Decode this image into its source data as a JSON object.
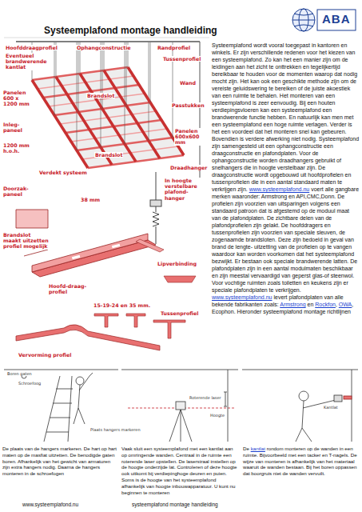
{
  "diagram": {
    "title": "Systeemplafond  montage handleiding",
    "labels": [
      "ABA",
      "Hoofddraagprofiel",
      "Eventueel brandwerende kantlat",
      "Ophangconstructie",
      "Randprofiel",
      "Tussenprofiel",
      "Panelen 600 x 1200 mm",
      "Brandslot",
      "Inleg-paneel",
      "1200 mm h.o.h.",
      "Brandslot",
      "Verdekt systeem",
      "Draadhanger",
      "Wand",
      "Passtukken",
      "Panelen 600x600 mm",
      "Doorzak-paneel",
      "38 mm",
      "In hoogte verstelbare plafond-hanger",
      "Brandslot maakt uitzetten profiel mogelijk",
      "Lipverbinding",
      "Hoofd-draag-profiel",
      "15-19-24 en 35 mm.",
      "Tussenprofiel",
      "Vervorming profiel",
      "Systeemplafond wordt vooral toegepast in kantoren en winkels. Er zijn verschillende redenen voor het kiezen van een systeemplafond. Zo kan het een manier zijn om de leidingen aan het zicht te onttrekken en tegelijkertijd  bereikbaar te houden voor de momenten waarop dat nodig mocht zijn. Het kan ook een geschikte methode zijn om de vereiste geluidswering te bereiken of de juiste akoestiek van een ruimte te behalen. Het monteren van een systeemplafond is zeer eenvoudig. Bij een houten verdiepingsvloeren kan een systeemplafond een brandwerende functie hebben. En natuurlijk kan men met een systeemplafond een hoge ruimte verlagen. Verder is het een voordeel dat het monteren snel kan gebeuren. Bovendien is verdere afwerking niet nodig. Systeemplafond zijn samengesteld uit een ophangconstructie een draagconstructie en plafondplaten. Voor de ophangconstructie worden draadhangers gebruikt of snelhangers die in hoogte verstelbaar zijn. De draagconstructie wordt opgebouwd uit hoofdprofielen en tussenprofielen die in een aantal standaard maten te verkrijgen zijn.",
      "www.systeemplafond.nu",
      "voert alle gangbare merken waaronder:  Armstrong en API,CMC,Donn. De profielen zijn voorzien van uitsparingen volgens een standaard patroon dat is afgestemd op de moduul maat van de plafondplaten. De zichtbare delen van de plafondprofielen zijn gelakt. De hoofddragers en tussenprofielen zijn voorzien van speciale sleuven, de zogenaamde brandsloten. Deze zijn bedoeld in geval van brand de lengte- uitzetting van de profielen op te vangen waardoor kan worden voorkomen dat het systeemplafond bezwijkt. Er bestaan ook speciale brandwerende latten. De plafondplaten zijn in een aantal modulmaten beschikbaar en zijn meestal vervaardigd van geperst glas-of steenwol. Voor vochtige ruimten zoals toiletten en keukens zijn er speciale plafondplaten te verkrijgen.",
      "www.systeemplafond.nu",
      "levert plafondplaten van alle bekende fabrikanten zoals:",
      "Armstrong",
      "en",
      "Rockfon",
      ",",
      "OWA",
      ",",
      "Ecophon. Hieronder systeemplafond montage richtlijnen",
      "Boren gaten",
      "Schroefoog",
      "Plaats hangers markeren",
      "Roterende laser",
      "Hoogte",
      "Kantlat",
      "De plaats van de hangers markeren. De hart op hart maten op de masfiat uitzetten. De benodigde gaten boren. Afhankelijk van het gewicht van armaturen zijn extra hangers nodig. Daarna de hangers monteren in de schroefogen",
      "Vaak sluit een systeemplafond met een kantlat  aan op omringende wanden. Centraal in de ruimte een roterende laser opstellen. De laserstraal instellen op de hoogte onderzijde lat. Controleren  of deze hoogte ook uitkomt bij verdiepinghoge deuren en puien. Soms is de hoogte van het systeemplafond afhankelijk van hoogte inbouwapparatuur. U kunt nu beginnen te monteren",
      "De",
      "kantlat",
      "rondom monteren op de wanden in een ruimte. Bijvoorbeeld met een tacker en T-nagels. De wijze van monteren is afhankelijk van het materiaal waaruit de wanden bestaan. Bij het boren oppassen dat boorgruis niet de wanden vervuilt.",
      "www.systeemplafond.nu",
      "systeemplafond montage handleiding"
    ]
  }
}
